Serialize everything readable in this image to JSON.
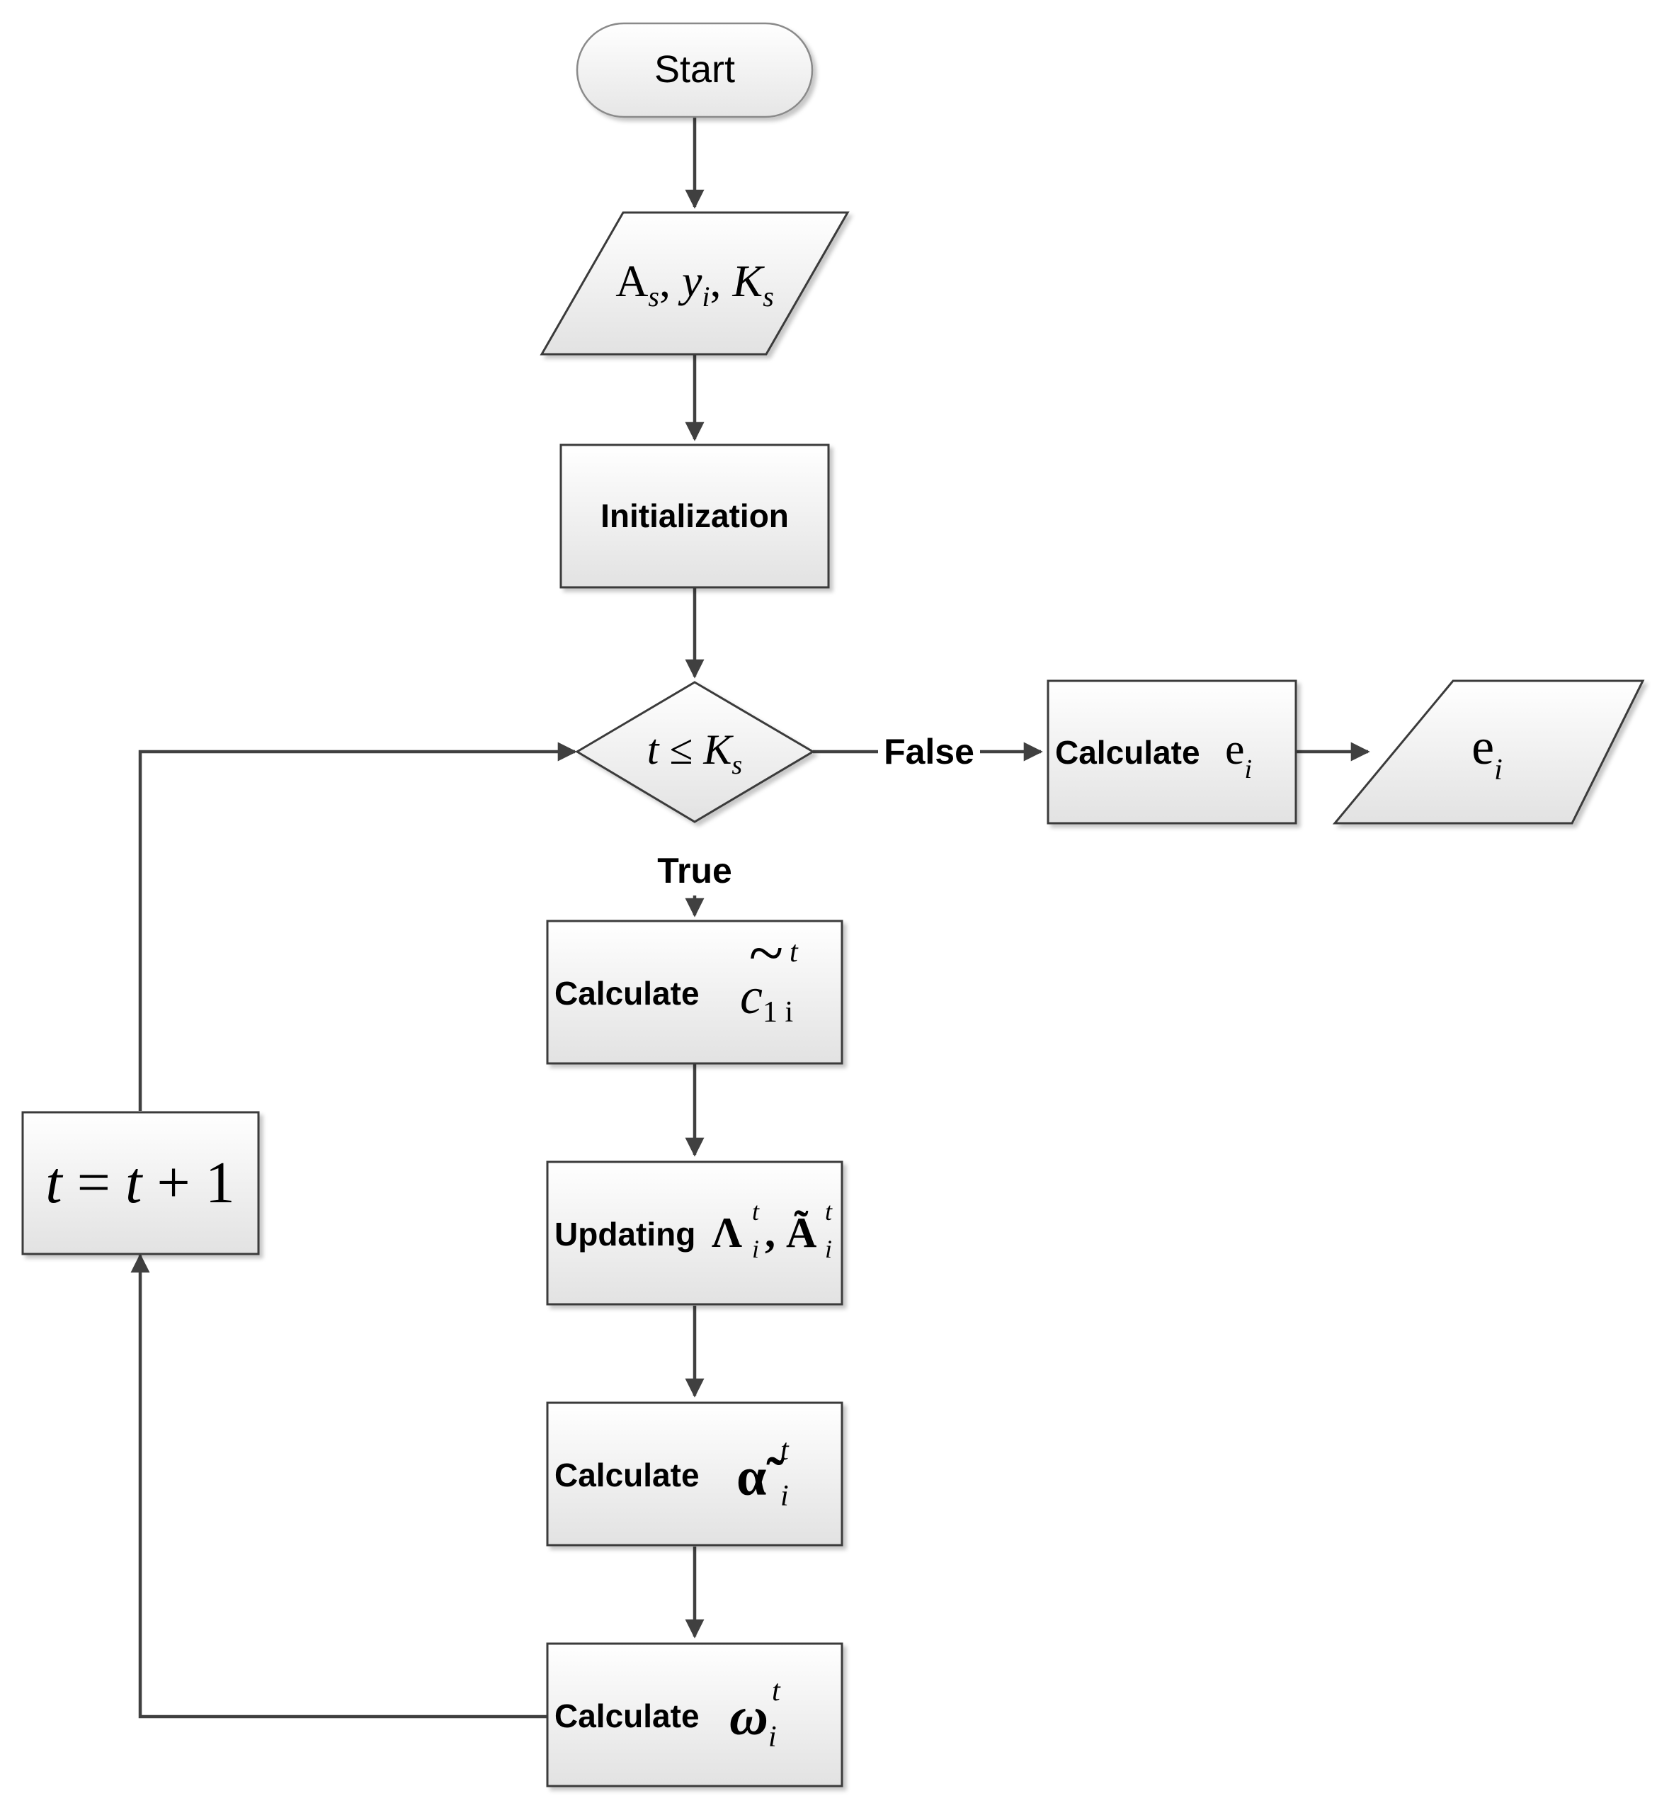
{
  "nodes": {
    "start": {
      "label": "Start"
    },
    "input": {
      "sym1": "A",
      "sub1": "s",
      "sep1": ", ",
      "sym2": "y",
      "sub2": "i",
      "sep2": ", ",
      "sym3": "K",
      "sub3": "s"
    },
    "init": {
      "label": "Initialization"
    },
    "decision": {
      "var": "t",
      "op": " ≤ ",
      "sym": "K",
      "sub": "s"
    },
    "calc_e": {
      "label": "Calculate",
      "sym": "e",
      "sub": "i"
    },
    "output_e": {
      "sym": "e",
      "sub": "i"
    },
    "calc_c": {
      "label": "Calculate",
      "accent": "~",
      "sym": "c",
      "sub": "1 i",
      "sup": "t"
    },
    "update": {
      "label": "Updating",
      "sym1": "Λ",
      "sub1": "i",
      "sup1": "t",
      "sep": ",",
      "sym2": "Ã",
      "sub2": "i",
      "sup2": "t"
    },
    "calc_alpha": {
      "label": "Calculate",
      "sym": "α̃",
      "sub": "i",
      "sup": "t"
    },
    "calc_omega": {
      "label": "Calculate",
      "sym": "ω",
      "sub": "i",
      "sup": "t"
    },
    "increment": {
      "lhs": "t",
      "eq": " = ",
      "rhs": "t",
      "plus": " + ",
      "one": "1"
    }
  },
  "edges": {
    "false_label": "False",
    "true_label": "True"
  },
  "colors": {
    "stroke": "#3a3a3a",
    "connector": "#404040",
    "fill_top": "#ffffff",
    "fill_bottom": "#e4e4e4"
  }
}
